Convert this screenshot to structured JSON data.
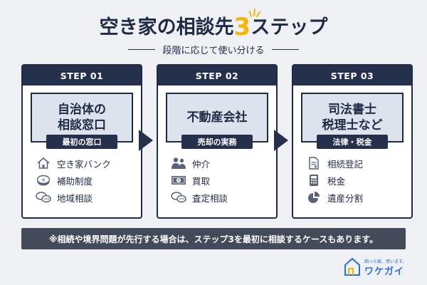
{
  "header": {
    "title_before": "空き家の相談先",
    "title_number": "3",
    "title_after": "ステップ",
    "subtitle": "段階に応じて使い分ける"
  },
  "steps": [
    {
      "label": "STEP 01",
      "main": "自治体の\n相談窓口",
      "tag": "最初の窓口",
      "items": [
        {
          "icon": "house-icon",
          "text": "空き家バンク"
        },
        {
          "icon": "yen-coin-icon",
          "text": "補助制度"
        },
        {
          "icon": "chat-bubbles-icon",
          "text": "地域相談"
        }
      ]
    },
    {
      "label": "STEP 02",
      "main": "不動産会社",
      "tag": "売却の実務",
      "items": [
        {
          "icon": "people-icon",
          "text": "仲介"
        },
        {
          "icon": "banknote-icon",
          "text": "買取"
        },
        {
          "icon": "chat-bubbles-icon",
          "text": "査定相談"
        }
      ]
    },
    {
      "label": "STEP 03",
      "main": "司法書士\n税理士など",
      "tag": "法律・税金",
      "items": [
        {
          "icon": "document-icon",
          "text": "相続登記"
        },
        {
          "icon": "calculator-icon",
          "text": "税金"
        },
        {
          "icon": "pie-chart-icon",
          "text": "遺産分割"
        }
      ]
    }
  ],
  "note": "※相続や境界問題が先行する場合は、ステップ3を最初に相談するケースもあります。",
  "logo": {
    "tagline": "困った家、買います。",
    "name": "ワケガイ"
  },
  "colors": {
    "navy": "#1f2a44",
    "accent": "#f2b705",
    "panel": "#dde3ed",
    "note_bg": "#434b5a",
    "logo_blue": "#2a6fd6"
  }
}
